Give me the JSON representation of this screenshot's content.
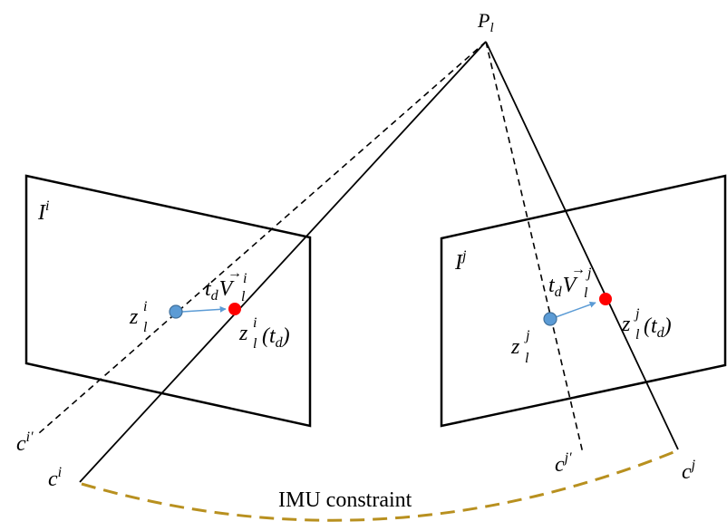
{
  "labels": {
    "point_name": "P",
    "point_sub": "l",
    "left_image": {
      "base": "I",
      "sup": "i"
    },
    "right_image": {
      "base": "I",
      "sup": "j"
    },
    "left_cam": {
      "base": "c",
      "sup": "i"
    },
    "left_cam_prime": {
      "base": "c",
      "sup": "i′"
    },
    "right_cam": {
      "base": "c",
      "sup": "j"
    },
    "right_cam_prime": {
      "base": "c",
      "sup": "j′"
    },
    "left_obs": {
      "base": "z",
      "sub": "l",
      "sup": "i"
    },
    "left_obs_td": {
      "base": "z",
      "sub": "l",
      "sup": "i",
      "suffix": "(t",
      "suffix_sub": "d",
      "close": ")"
    },
    "left_vel": {
      "t": "t",
      "t_sub": "d",
      "v": "V",
      "arrow": "→",
      "sub": "l",
      "sup": "i"
    },
    "right_obs": {
      "base": "z",
      "sub": "l",
      "sup": "j"
    },
    "right_obs_td": {
      "base": "z",
      "sub": "l",
      "sup": "j",
      "suffix": "(t",
      "suffix_sub": "d",
      "close": ")"
    },
    "right_vel": {
      "t": "t",
      "t_sub": "d",
      "v": "V",
      "arrow": "→",
      "sub": "l",
      "sup": "j"
    },
    "imu": "IMU constraint"
  },
  "colors": {
    "line": "#000000",
    "imu_curve": "#b8901f",
    "blue_dot": "#5b9bd5",
    "blue_dot_stroke": "#41719c",
    "red_dot": "#ff0000",
    "arrow": "#5b9bd5"
  }
}
